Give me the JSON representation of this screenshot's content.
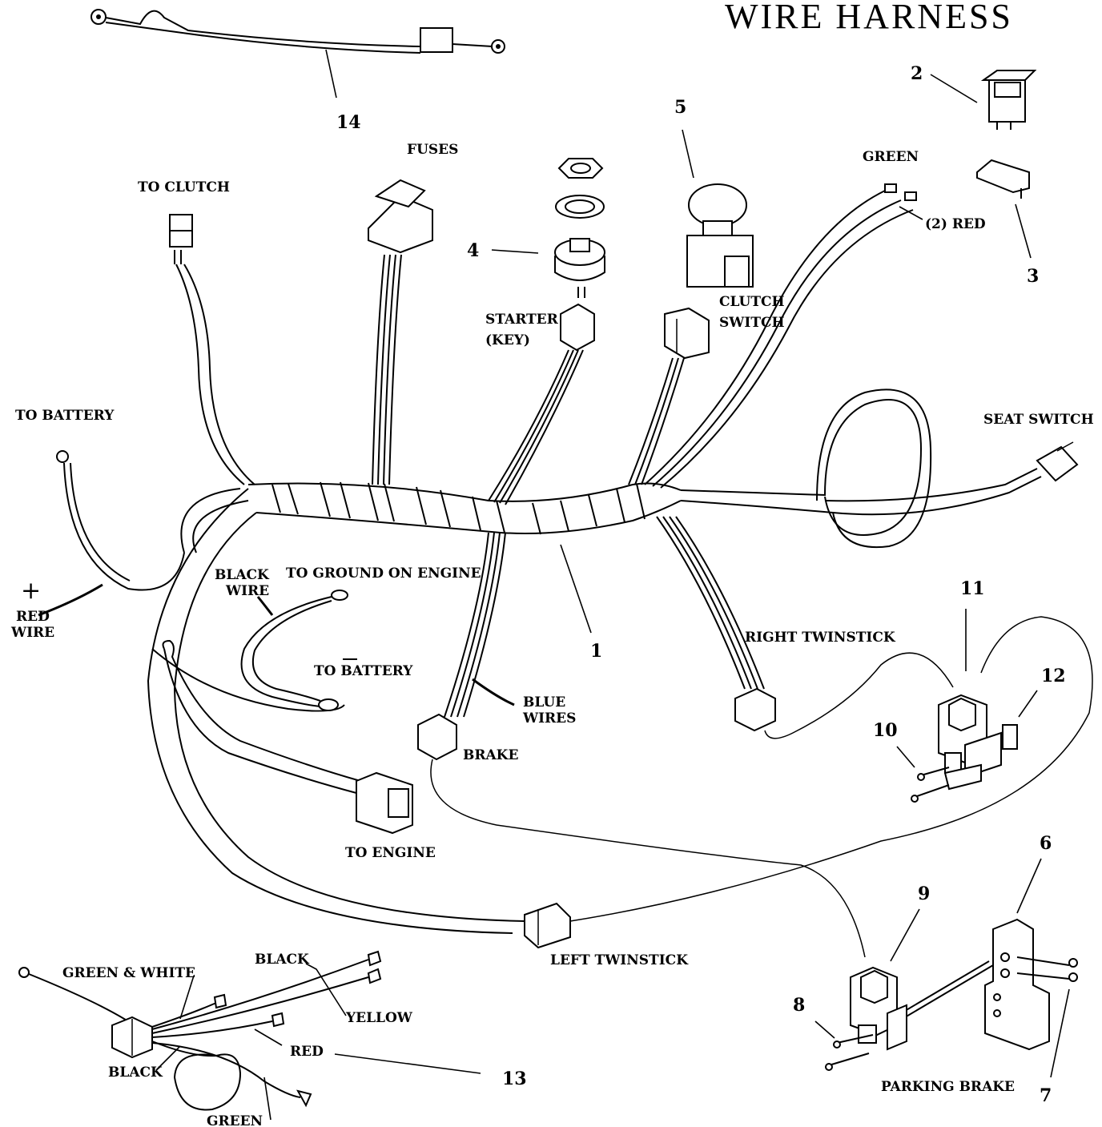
{
  "title": "WIRE HARNESS",
  "labels": {
    "to_clutch": "TO CLUTCH",
    "fuses": "FUSES",
    "starter": "STARTER",
    "starter_key": "(KEY)",
    "clutch": "CLUTCH",
    "switch": "SWITCH",
    "green": "GREEN",
    "two_red": "(2) RED",
    "to_battery": "TO BATTERY",
    "seat_switch": "SEAT SWITCH",
    "plus": "+",
    "red": "RED",
    "wire": "WIRE",
    "black": "BLACK",
    "black_wire_2": "WIRE",
    "to_ground_on_engine": "TO GROUND ON ENGINE",
    "to_neg_battery": "TO BATTERY",
    "right_twinstick": "RIGHT TWINSTICK",
    "blue": "BLUE",
    "wires": "WIRES",
    "brake": "BRAKE",
    "to_engine": "TO ENGINE",
    "left_twinstick": "LEFT TWINSTICK",
    "green_and_white": "GREEN & WHITE",
    "black_13a": "BLACK",
    "yellow": "YELLOW",
    "red_13": "RED",
    "black_13b": "BLACK",
    "green_13": "GREEN",
    "parking_brake": "PARKING BRAKE"
  },
  "part_numbers": {
    "p1": "1",
    "p2": "2",
    "p3": "3",
    "p4": "4",
    "p5": "5",
    "p6": "6",
    "p7": "7",
    "p8": "8",
    "p9": "9",
    "p10": "10",
    "p11": "11",
    "p12": "12",
    "p13": "13",
    "p14": "14"
  }
}
